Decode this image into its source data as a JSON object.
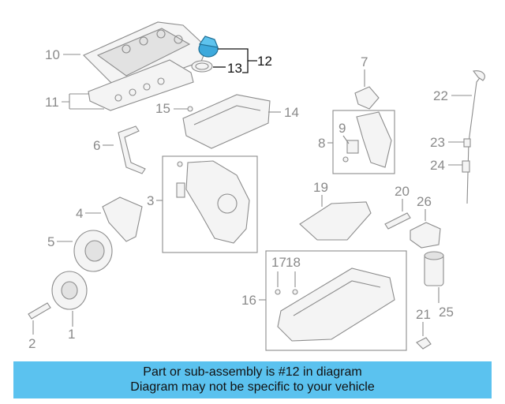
{
  "callouts": {
    "n1": "1",
    "n2": "2",
    "n3": "3",
    "n4": "4",
    "n5": "5",
    "n6": "6",
    "n7": "7",
    "n8": "8",
    "n9": "9",
    "n10": "10",
    "n11": "11",
    "n12": "12",
    "n13": "13",
    "n14": "14",
    "n15": "15",
    "n16": "16",
    "n17": "17",
    "n18": "18",
    "n19": "19",
    "n20": "20",
    "n21": "21",
    "n22": "22",
    "n23": "23",
    "n24": "24",
    "n25": "25",
    "n26": "26"
  },
  "highlight": {
    "part_number": "12",
    "color": "#3da9dc"
  },
  "footer": {
    "line1": "Part or sub-assembly is #12 in diagram",
    "line2": "Diagram may not be specific to your vehicle",
    "background": "#5bc2ef"
  }
}
